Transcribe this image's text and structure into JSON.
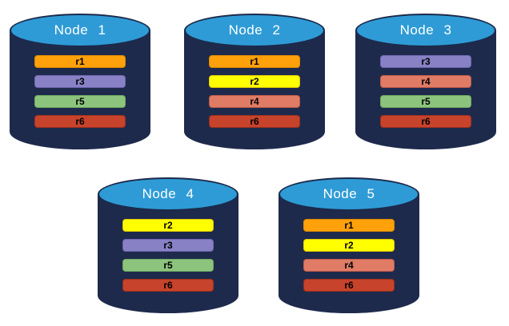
{
  "diagram": {
    "type": "database-replication-cluster",
    "background_color": "#FFFFFF",
    "cylinder": {
      "body_color": "#1E2A4C",
      "top_color": "#2E9BD6",
      "outline_color": "#1C2A4B",
      "label_text_color": "#FFFFFF"
    },
    "replica_bar_text_color": "#000000",
    "replica_colors": {
      "r1": {
        "fill": "#FFA10A",
        "border": "#DF8A00"
      },
      "r2": {
        "fill": "#FFFF00",
        "border": "#E0C900"
      },
      "r3": {
        "fill": "#8981C6",
        "border": "#6F66AF"
      },
      "r4": {
        "fill": "#E07B66",
        "border": "#C05A45"
      },
      "r5": {
        "fill": "#8CC47D",
        "border": "#6FA85F"
      },
      "r6": {
        "fill": "#C7432B",
        "border": "#A1301C"
      }
    },
    "nodes": [
      {
        "label": "Node 1",
        "replicas": [
          "r1",
          "r3",
          "r5",
          "r6"
        ]
      },
      {
        "label": "Node 2",
        "replicas": [
          "r1",
          "r2",
          "r4",
          "r6"
        ]
      },
      {
        "label": "Node 3",
        "replicas": [
          "r3",
          "r4",
          "r5",
          "r6"
        ]
      },
      {
        "label": "Node 4",
        "replicas": [
          "r2",
          "r3",
          "r5",
          "r6"
        ]
      },
      {
        "label": "Node 5",
        "replicas": [
          "r1",
          "r2",
          "r4",
          "r6"
        ]
      }
    ]
  }
}
